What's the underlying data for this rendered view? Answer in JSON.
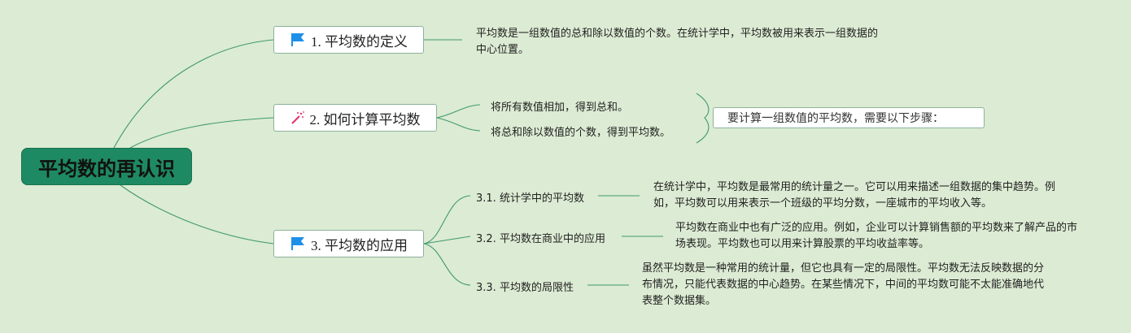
{
  "root": {
    "label": "平均数的再认识"
  },
  "branches": [
    {
      "label": "1. 平均数的定义",
      "icon": "blue-flag-icon",
      "description": "平均数是一组数值的总和除以数值的个数。在统计学中，平均数被用来表示一组数据的中心位置。"
    },
    {
      "label": "2. 如何计算平均数",
      "icon": "magic-wand-icon",
      "steps": [
        "将所有数值相加，得到总和。",
        "将总和除以数值的个数，得到平均数。"
      ],
      "summary": "要计算一组数值的平均数，需要以下步骤："
    },
    {
      "label": "3. 平均数的应用",
      "icon": "blue-flag-icon",
      "children": [
        {
          "label": "3.1. 统计学中的平均数",
          "description": "在统计学中，平均数是最常用的统计量之一。它可以用来描述一组数据的集中趋势。例如，平均数可以用来表示一个班级的平均分数，一座城市的平均收入等。"
        },
        {
          "label": "3.2. 平均数在商业中的应用",
          "description": "平均数在商业中也有广泛的应用。例如，企业可以计算销售额的平均数来了解产品的市场表现。平均数也可以用来计算股票的平均收益率等。"
        },
        {
          "label": "3.3. 平均数的局限性",
          "description": "虽然平均数是一种常用的统计量，但它也具有一定的局限性。平均数无法反映数据的分布情况，只能代表数据的中心趋势。在某些情况下，中间的平均数可能不太能准确地代表整个数据集。"
        }
      ]
    }
  ],
  "colors": {
    "background": "#dcebd3",
    "root_fill": "#1e8a63",
    "connector": "#3f9a6e",
    "flag": "#1e90e8",
    "wand": "#e0336b"
  }
}
